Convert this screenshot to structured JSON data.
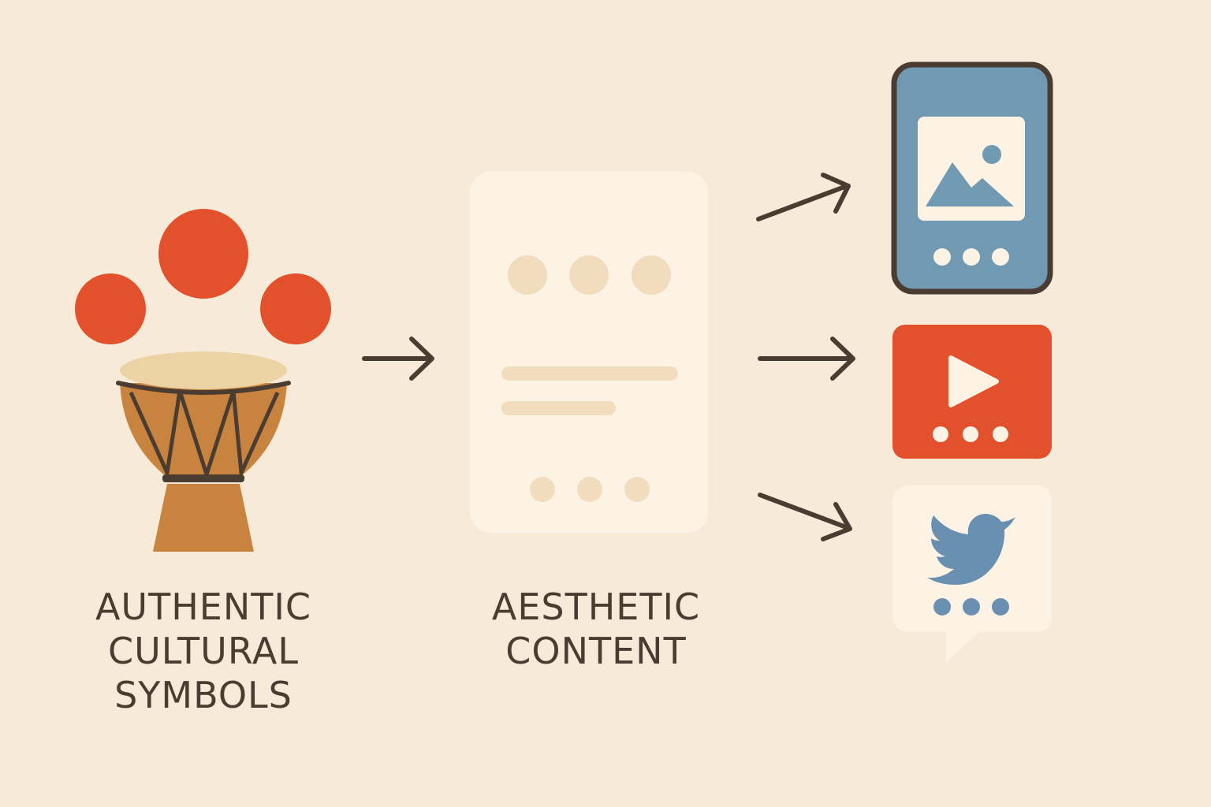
{
  "diagram": {
    "labels": {
      "source": [
        "AUTHENTIC",
        "CULTURAL",
        "SYMBOLS"
      ],
      "middle": [
        "AESTHETIC",
        "CONTENT"
      ]
    },
    "icons": {
      "source": "djembe-drum-icon",
      "middle": "content-card-icon",
      "outputs": [
        "image-post-phone-icon",
        "video-play-icon",
        "twitter-bird-icon"
      ]
    },
    "colors": {
      "background": "#f8ead9",
      "accent_red": "#e2512b",
      "drum_body": "#c8843f",
      "drum_head": "#ecd3a5",
      "outline": "#4a3c31",
      "card": "#fcf3e5",
      "card_placeholder": "#f1dcbd",
      "phone_blue": "#7199b2",
      "bird_blue": "#6990b0"
    }
  }
}
